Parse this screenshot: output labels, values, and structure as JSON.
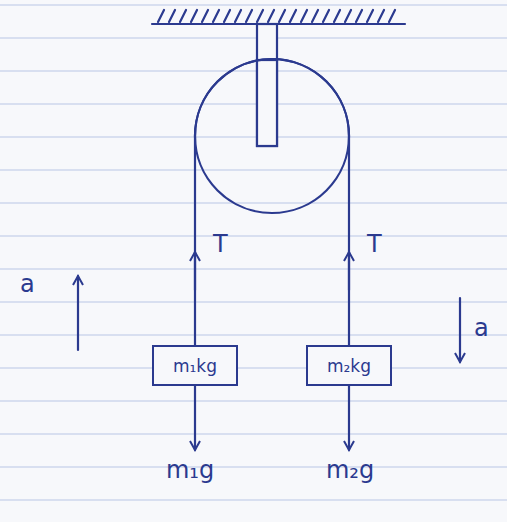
{
  "diagram": {
    "nodes": [
      {
        "text": [
          "m₁kg"
        ]
      },
      {
        "text": [
          "m₂kg"
        ]
      }
    ],
    "edges": [
      {
        "from": 0,
        "to": 1,
        "arrow": "none"
      }
    ],
    "labels": [
      "T",
      "T",
      "a",
      "a",
      "m₁g",
      "m₂g"
    ]
  }
}
